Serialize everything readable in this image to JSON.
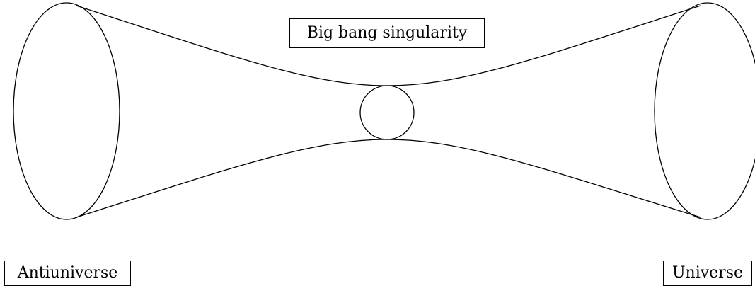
{
  "diagram": {
    "labels": {
      "singularity": "Big bang singularity",
      "antiuniverse": "Antiuniverse",
      "universe": "Universe"
    },
    "stroke_color": "#000000",
    "background_color": "#ffffff"
  }
}
